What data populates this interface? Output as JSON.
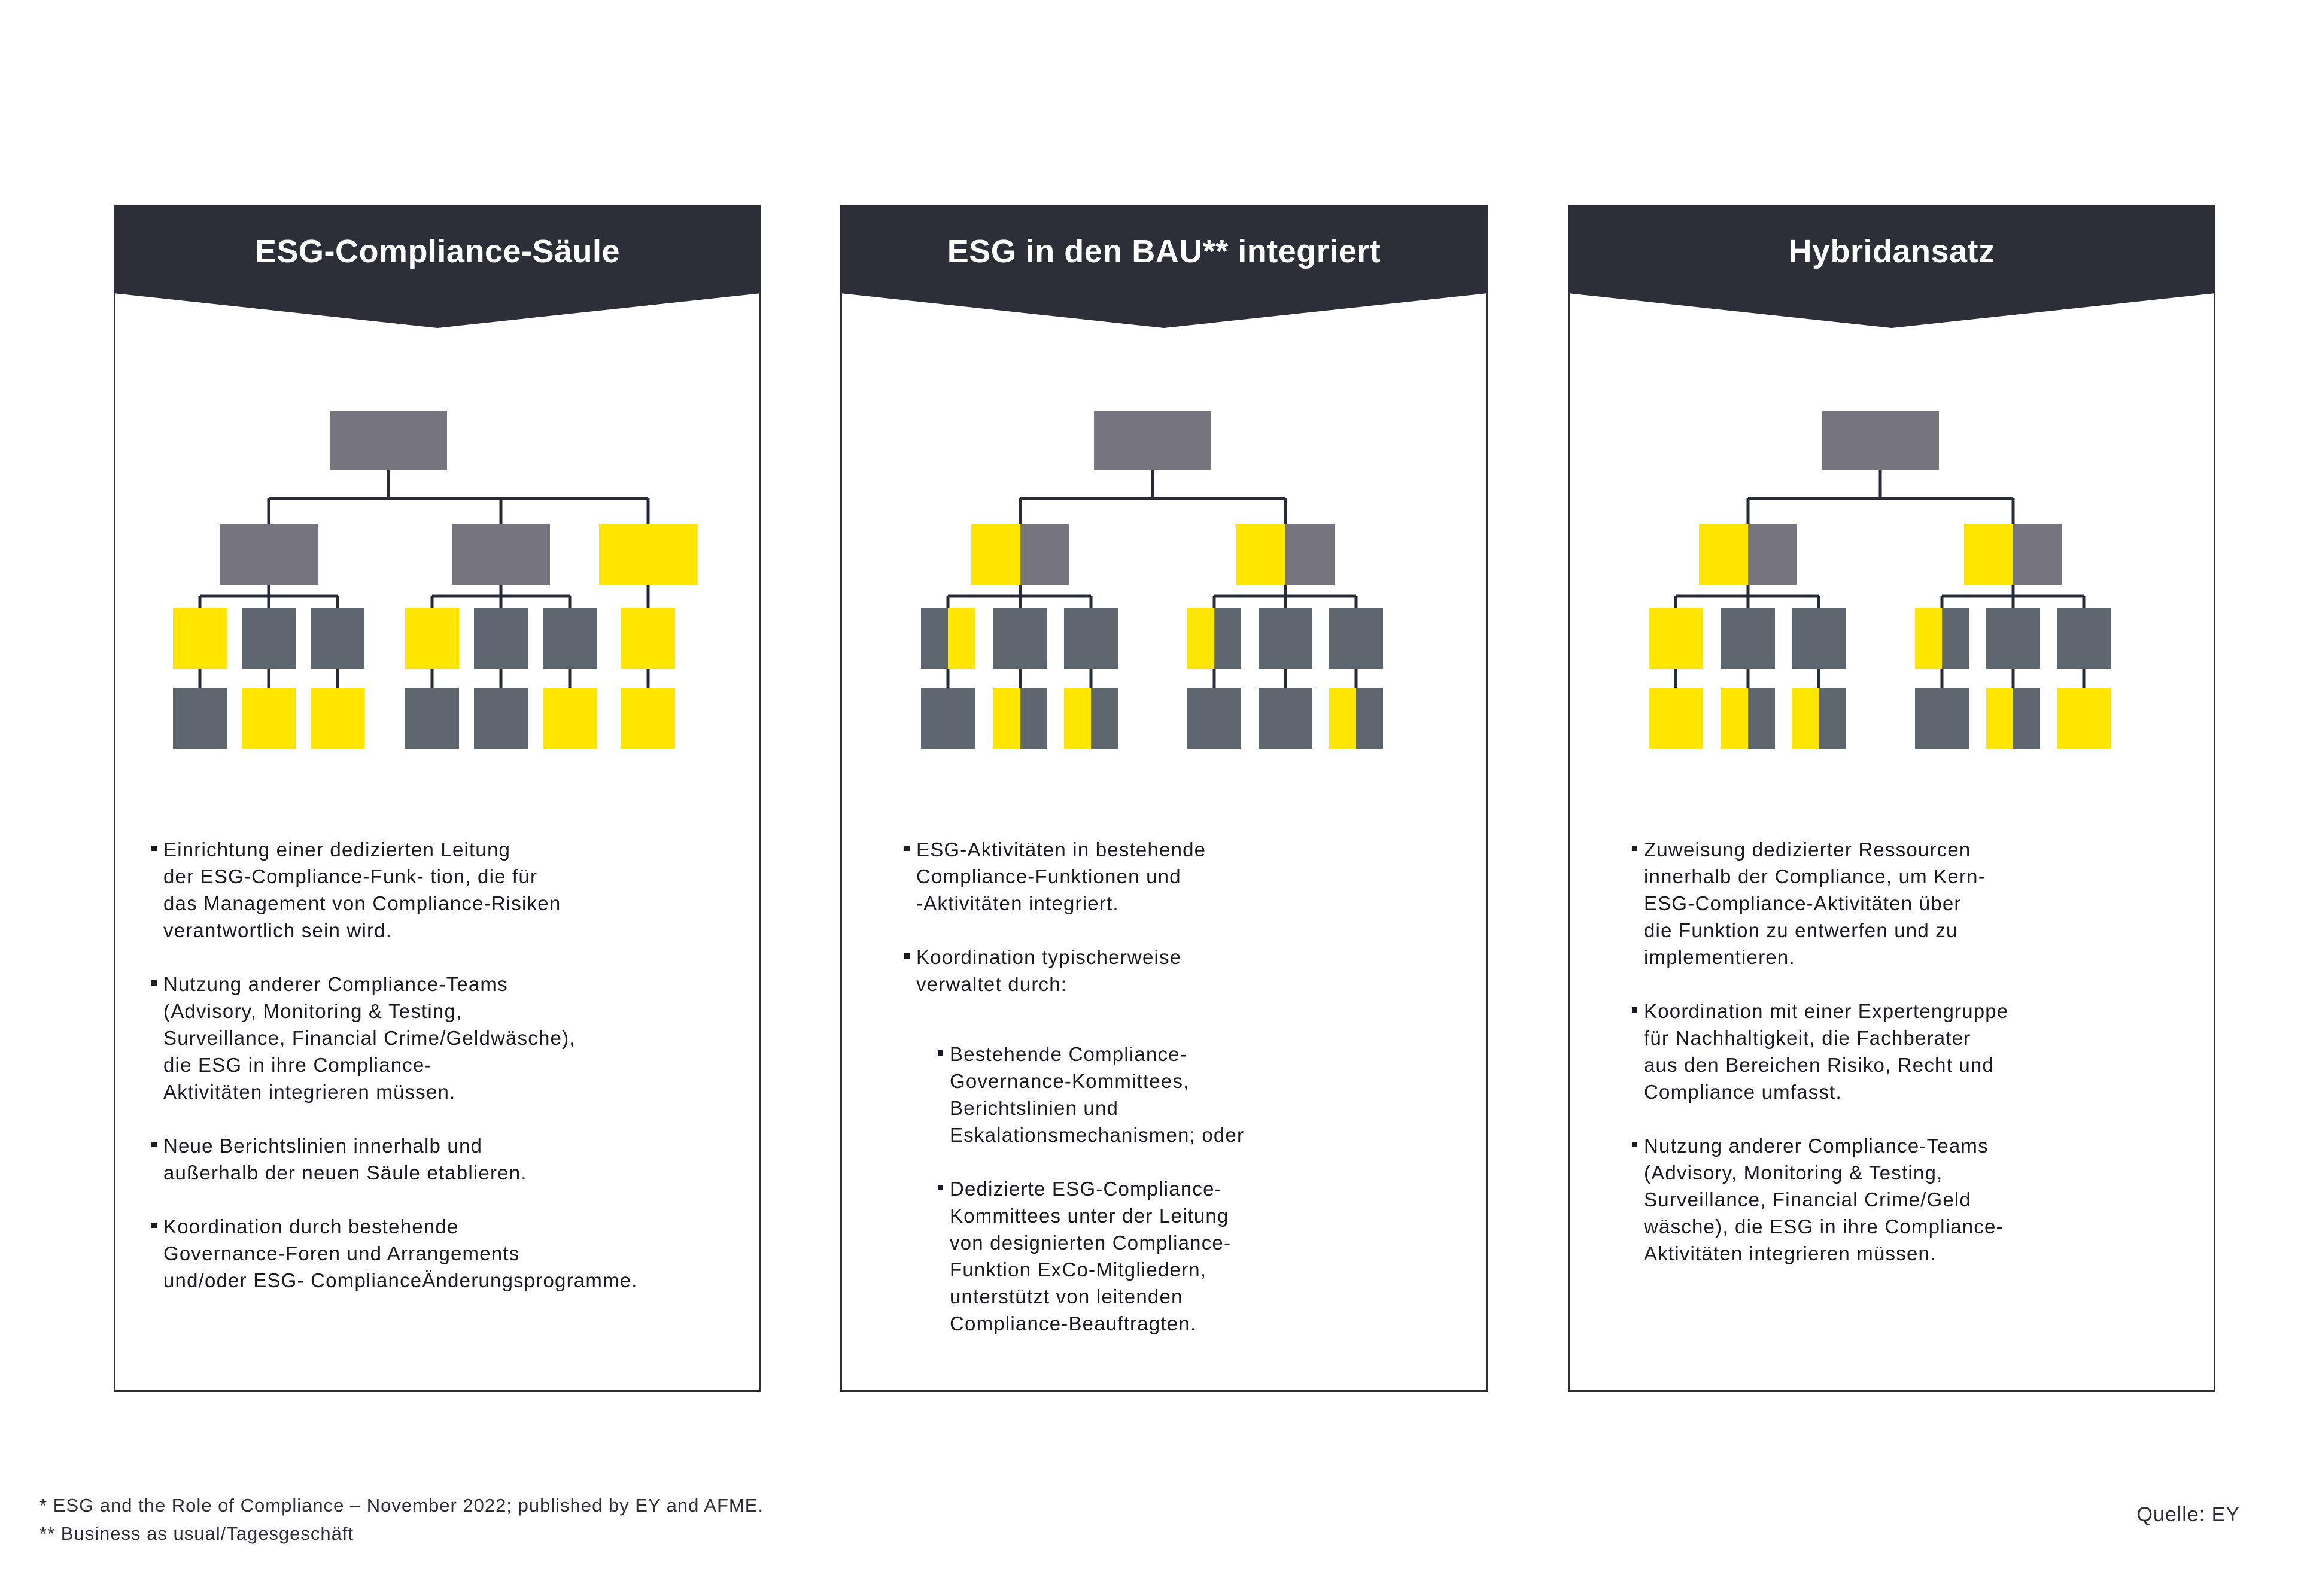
{
  "colors": {
    "header_bg": "#2E2E38",
    "panel_border": "#2E2E38",
    "connector": "#262B35",
    "gray": "#76757F",
    "dark": "#5E6770",
    "yellow": "#FFE600",
    "text": "#1A1A22"
  },
  "panels": [
    {
      "title": "ESG-Compliance-Säule",
      "chart": {
        "root": [
          "gray"
        ],
        "groups": [
          {
            "head": [
              "gray"
            ],
            "l3": [
              [
                "yellow"
              ],
              [
                "dark"
              ],
              [
                "dark"
              ]
            ],
            "l4": [
              [
                "dark"
              ],
              [
                "yellow"
              ],
              [
                "yellow"
              ]
            ]
          },
          {
            "head": [
              "gray"
            ],
            "l3": [
              [
                "yellow"
              ],
              [
                "dark"
              ],
              [
                "dark"
              ]
            ],
            "l4": [
              [
                "dark"
              ],
              [
                "dark"
              ],
              [
                "yellow"
              ]
            ]
          },
          {
            "head": [
              "yellow"
            ],
            "l3": [
              [
                "yellow"
              ]
            ],
            "l4": [
              [
                "yellow"
              ]
            ]
          }
        ]
      },
      "bullets": [
        {
          "sub": false,
          "lines": [
            "Einrichtung einer dedizierten Leitung",
            "der ESG-Compliance-Funk- tion, die für",
            "das Management von Compliance-Risiken",
            "verantwortlich sein wird."
          ]
        },
        {
          "sub": false,
          "lines": [
            "Nutzung anderer Compliance-Teams",
            "(Advisory, Monitoring & Testing,",
            "Surveillance, Financial Crime/Geldwäsche),",
            "die ESG in ihre Compliance-",
            "Aktivitäten integrieren müssen."
          ]
        },
        {
          "sub": false,
          "lines": [
            "Neue Berichtslinien innerhalb und",
            "außerhalb der neuen Säule etablieren."
          ]
        },
        {
          "sub": false,
          "lines": [
            "Koordination durch bestehende",
            "Governance-Foren und Arrangements",
            "und/oder ESG- ComplianceÄnderungsprogramme."
          ]
        }
      ]
    },
    {
      "title": "ESG in den BAU** integriert",
      "chart": {
        "root": [
          "gray"
        ],
        "groups": [
          {
            "head": [
              "yellow",
              "gray"
            ],
            "l3": [
              [
                "dark",
                "yellow"
              ],
              [
                "dark"
              ],
              [
                "dark"
              ]
            ],
            "l4": [
              [
                "dark"
              ],
              [
                "yellow",
                "dark"
              ],
              [
                "yellow",
                "dark"
              ]
            ]
          },
          {
            "head": [
              "yellow",
              "gray"
            ],
            "l3": [
              [
                "yellow",
                "dark"
              ],
              [
                "dark"
              ],
              [
                "dark"
              ]
            ],
            "l4": [
              [
                "dark"
              ],
              [
                "dark"
              ],
              [
                "yellow",
                "dark"
              ]
            ]
          }
        ]
      },
      "bullets": [
        {
          "sub": false,
          "lines": [
            "ESG-Aktivitäten in bestehende",
            "Compliance-Funktionen und",
            "-Aktivitäten integriert."
          ]
        },
        {
          "sub": false,
          "lines": [
            "Koordination typischerweise",
            "verwaltet durch:"
          ]
        },
        {
          "sub": true,
          "lines": [
            "Bestehende Compliance-",
            "Governance-Kommittees,",
            "Berichtslinien und",
            "Eskalationsmechanismen; oder"
          ]
        },
        {
          "sub": true,
          "lines": [
            "Dedizierte ESG-Compliance-",
            "Kommittees unter der Leitung",
            "von designierten Compliance-",
            "Funktion ExCo-Mitgliedern,",
            "unterstützt von leitenden",
            "Compliance-Beauftragten."
          ]
        }
      ]
    },
    {
      "title": "Hybridansatz",
      "chart": {
        "root": [
          "gray"
        ],
        "groups": [
          {
            "head": [
              "yellow",
              "gray"
            ],
            "l3": [
              [
                "yellow"
              ],
              [
                "dark"
              ],
              [
                "dark"
              ]
            ],
            "l4": [
              [
                "yellow"
              ],
              [
                "yellow",
                "dark"
              ],
              [
                "yellow",
                "dark"
              ]
            ]
          },
          {
            "head": [
              "yellow",
              "gray"
            ],
            "l3": [
              [
                "yellow",
                "dark"
              ],
              [
                "dark"
              ],
              [
                "dark"
              ]
            ],
            "l4": [
              [
                "dark"
              ],
              [
                "yellow",
                "dark"
              ],
              [
                "yellow"
              ]
            ]
          }
        ]
      },
      "bullets": [
        {
          "sub": false,
          "lines": [
            "Zuweisung dedizierter Ressourcen",
            "innerhalb der Compliance, um Kern-",
            "ESG-Compliance-Aktivitäten über",
            "die Funktion zu entwerfen und zu",
            "implementieren."
          ]
        },
        {
          "sub": false,
          "lines": [
            "Koordination mit einer Expertengruppe",
            "für Nachhaltigkeit, die Fachberater",
            "aus den Bereichen Risiko, Recht und",
            "Compliance umfasst."
          ]
        },
        {
          "sub": false,
          "lines": [
            "Nutzung anderer Compliance-Teams",
            "(Advisory, Monitoring & Testing,",
            "Surveillance, Financial Crime/Geld",
            "wäsche), die ESG in ihre Compliance-",
            "Aktivitäten integrieren müssen."
          ]
        }
      ]
    }
  ],
  "footnotes": {
    "line1": "* ESG and the Role of Compliance – November 2022; published by EY and AFME.",
    "line2": "** Business as usual/Tagesgeschäft"
  },
  "source": "Quelle: EY"
}
